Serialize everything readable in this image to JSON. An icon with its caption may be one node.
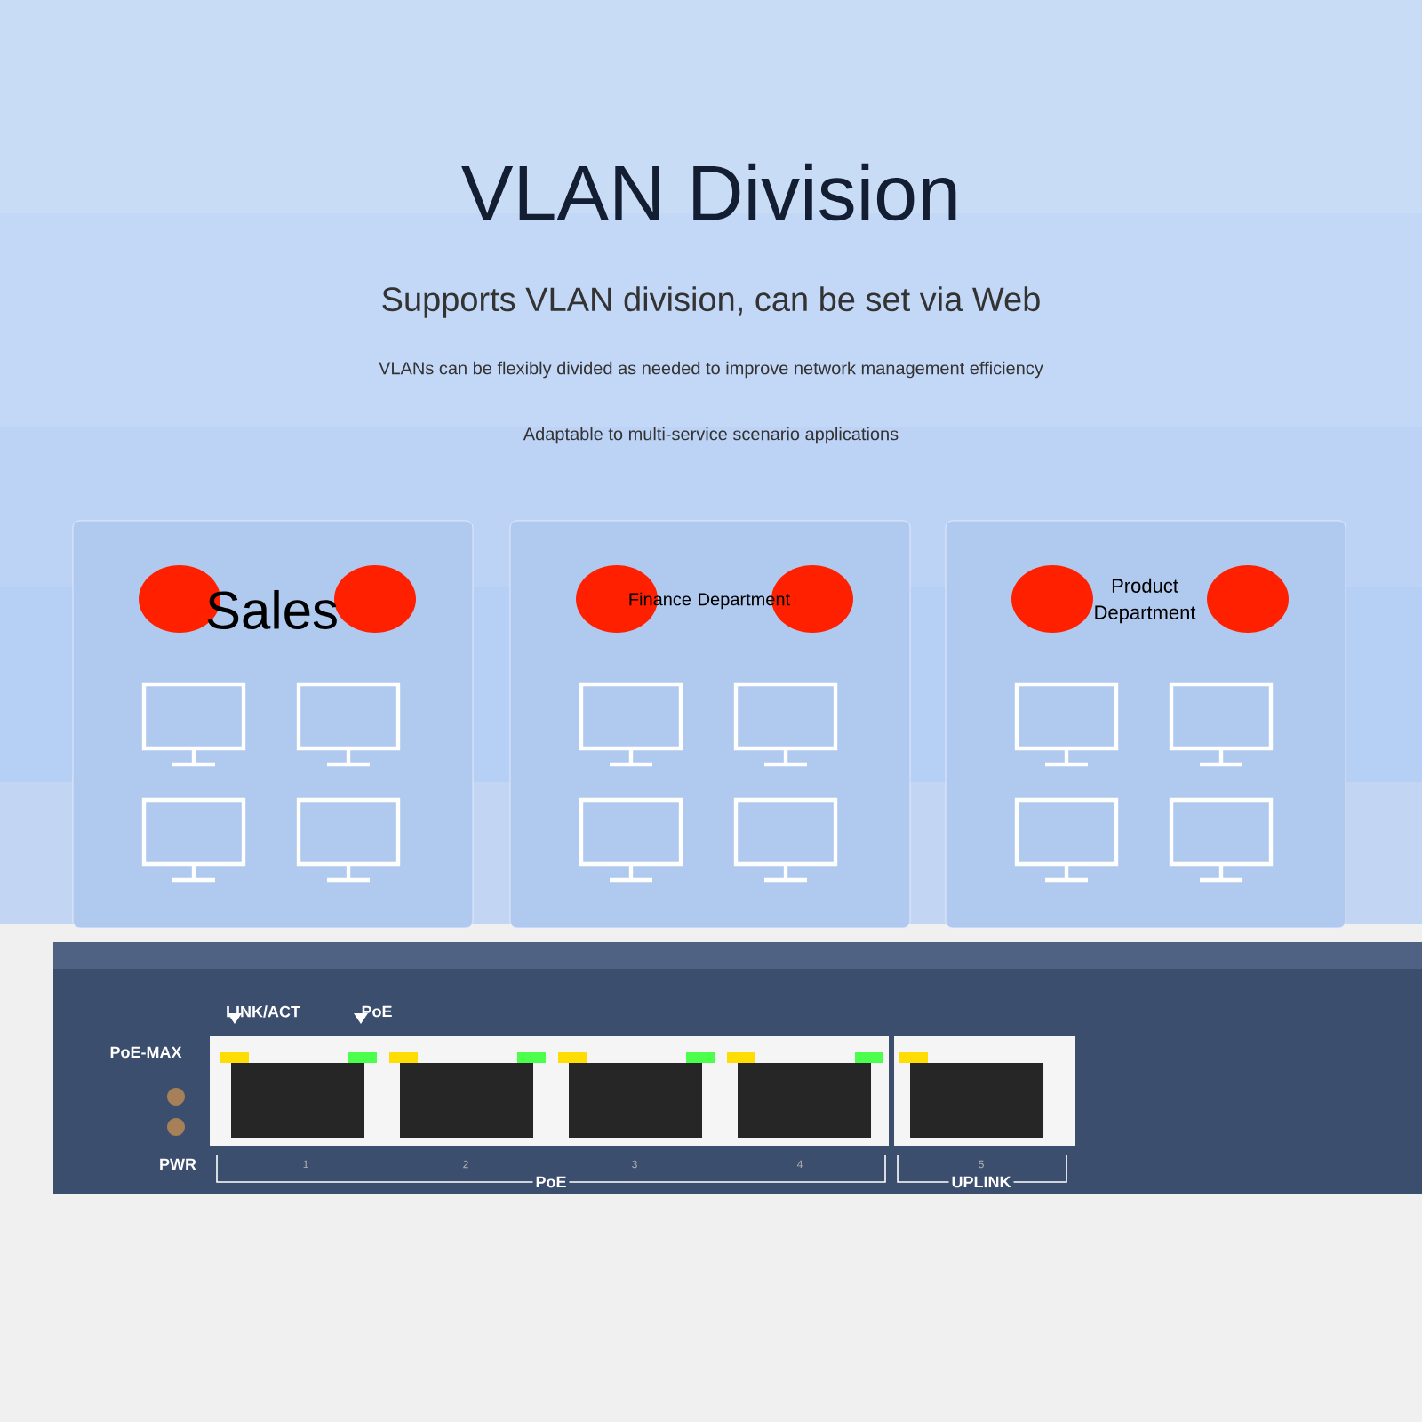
{
  "diagram": {
    "title": "VLAN Division",
    "nodes": [
      {
        "text": [
          "Sales"
        ]
      },
      {
        "text": [
          "Finance Department"
        ]
      },
      {
        "text": [
          "Product Department"
        ]
      }
    ],
    "labels": [
      "Supports VLAN division, can be set via Web",
      "VLANs can be flexibly divided as needed to improve network management efficiency",
      "Adaptable to multi-service scenario applications",
      "LINK/ACT",
      "PoE",
      "PoE-MAX",
      "PWR",
      "1",
      "2",
      "3",
      "4",
      "PoE",
      "5",
      "UPLINK"
    ]
  }
}
